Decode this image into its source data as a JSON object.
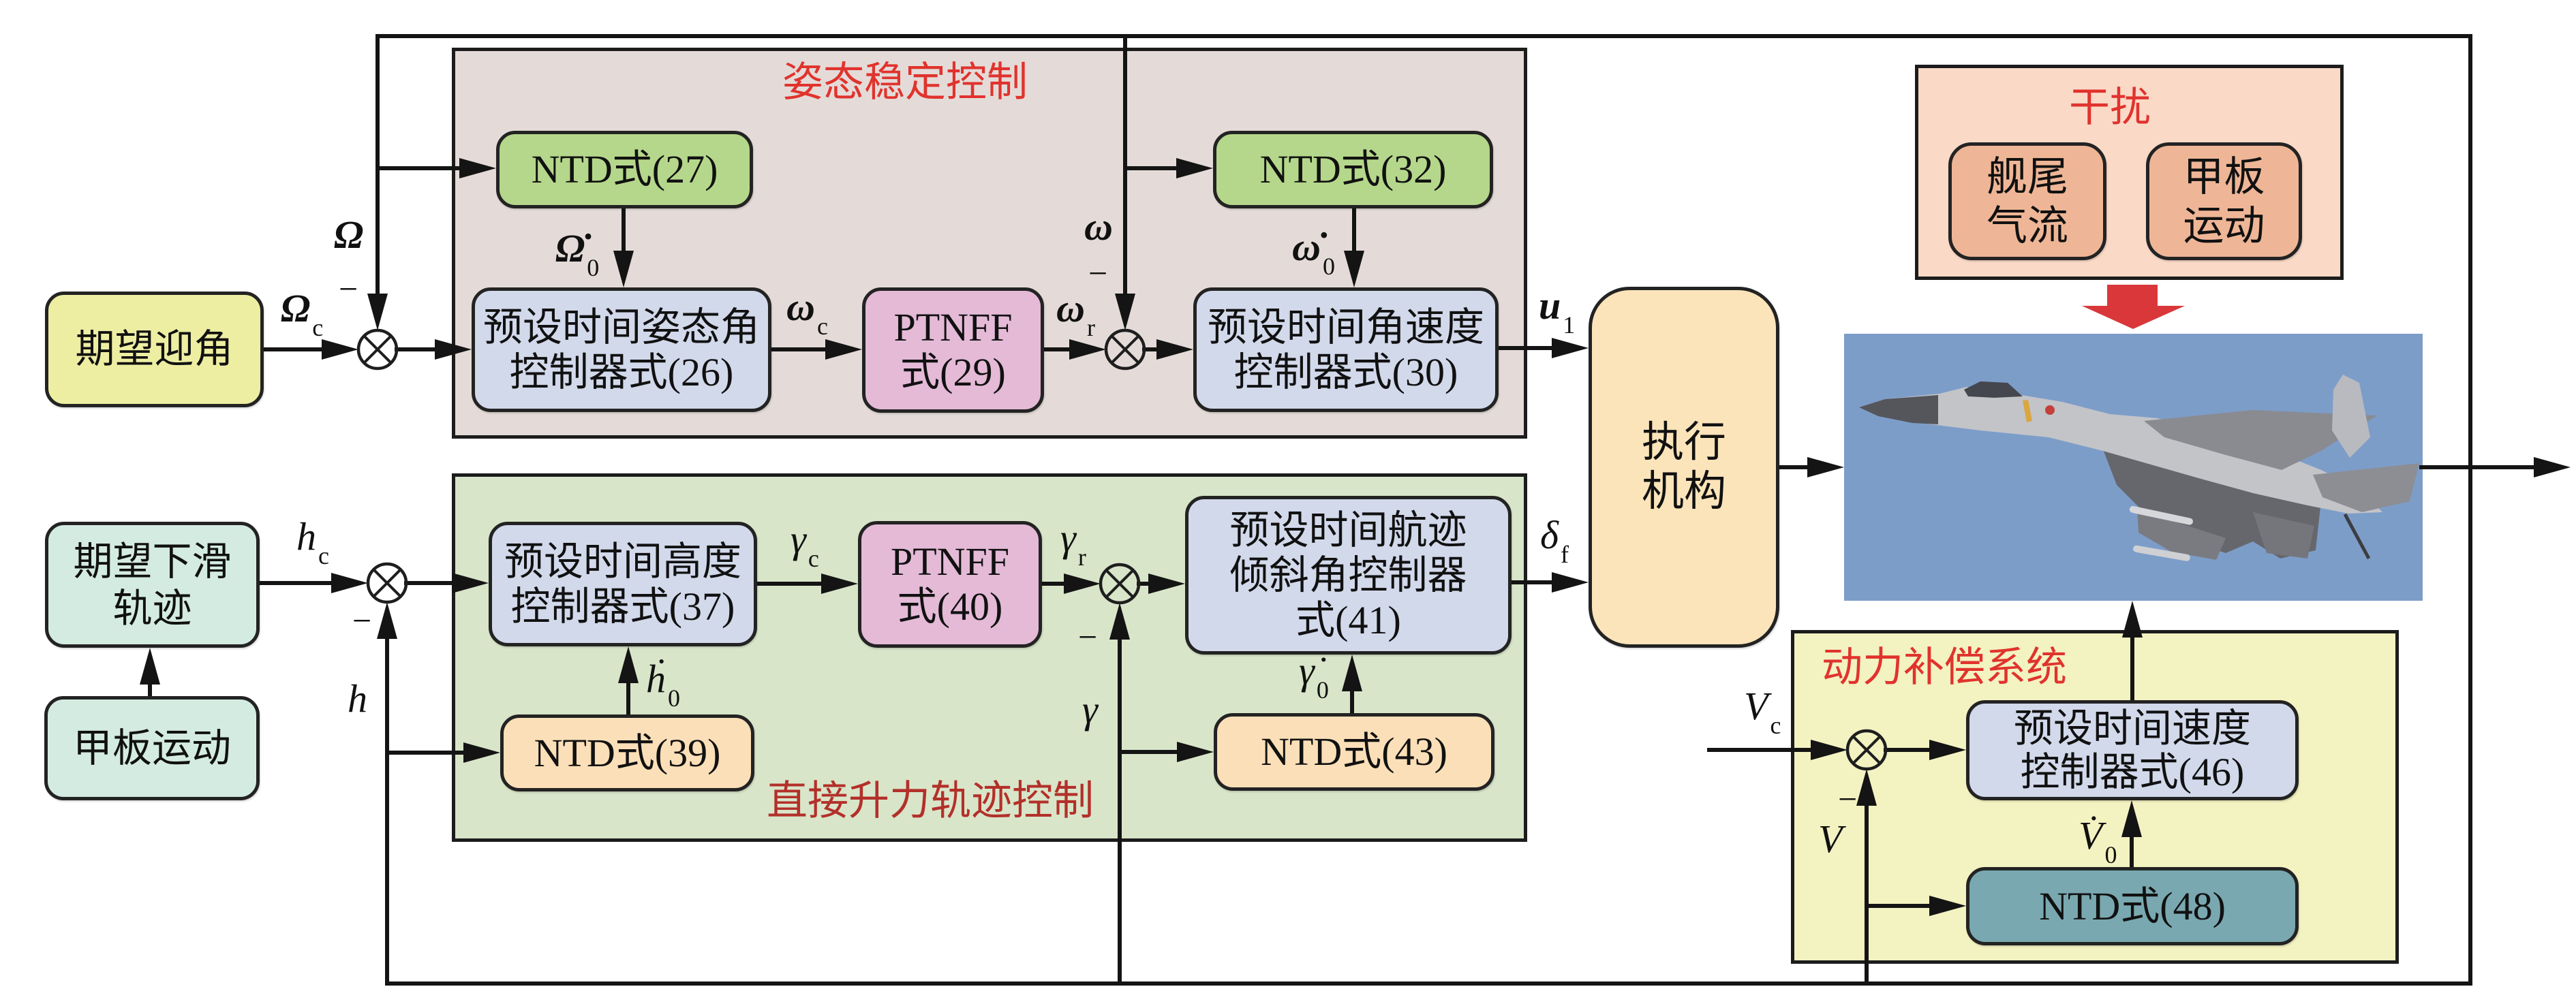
{
  "groups": {
    "attitude": {
      "title": "姿态稳定控制"
    },
    "lift": {
      "title": "直接升力轨迹控制"
    },
    "disturbance": {
      "title": "干扰"
    },
    "power": {
      "title": "动力补偿系统"
    }
  },
  "blocks": {
    "desired_aoa": {
      "lines": [
        "期望迎角"
      ]
    },
    "desired_glide": {
      "lines": [
        "期望下滑",
        "轨迹"
      ]
    },
    "deck_motion_input": {
      "lines": [
        "甲板运动"
      ]
    },
    "ntd27": {
      "lines": [
        "NTD式(27)"
      ]
    },
    "attitude_ctrl": {
      "lines": [
        "预设时间姿态角",
        "控制器式(26)"
      ]
    },
    "ptnff29": {
      "lines": [
        "PTNFF",
        "式(29)"
      ]
    },
    "ntd32": {
      "lines": [
        "NTD式(32)"
      ]
    },
    "rate_ctrl": {
      "lines": [
        "预设时间角速度",
        "控制器式(30)"
      ]
    },
    "actuator": {
      "lines": [
        "执行",
        "机构"
      ]
    },
    "altitude_ctrl": {
      "lines": [
        "预设时间高度",
        "控制器式(37)"
      ]
    },
    "ntd39": {
      "lines": [
        "NTD式(39)"
      ]
    },
    "ptnff40": {
      "lines": [
        "PTNFF",
        "式(40)"
      ]
    },
    "fpa_ctrl": {
      "lines": [
        "预设时间航迹",
        "倾斜角控制器",
        "式(41)"
      ]
    },
    "ntd43": {
      "lines": [
        "NTD式(43)"
      ]
    },
    "ship_wake": {
      "lines": [
        "舰尾",
        "气流"
      ]
    },
    "deck_motion_dist": {
      "lines": [
        "甲板",
        "运动"
      ]
    },
    "speed_ctrl": {
      "lines": [
        "预设时间速度",
        "控制器式(46)"
      ]
    },
    "ntd48": {
      "lines": [
        "NTD式(48)"
      ]
    }
  },
  "plant": {
    "image_subject": "carrier-based-fighter-jet-photo"
  },
  "labels": {
    "Omega": {
      "symbol": "Ω"
    },
    "Omega_c": {
      "symbol": "Ω",
      "sub": "c"
    },
    "Omega_dot_0": {
      "symbol": "Ω̇",
      "sub": "0"
    },
    "omega_c": {
      "symbol": "ω",
      "sub": "c"
    },
    "omega_r": {
      "symbol": "ω",
      "sub": "r"
    },
    "omega": {
      "symbol": "ω"
    },
    "omega_dot_0": {
      "symbol": "ω̇",
      "sub": "0"
    },
    "u_1": {
      "symbol": "u",
      "sub": "1"
    },
    "h_c": {
      "symbol": "h",
      "sub": "c"
    },
    "h": {
      "symbol": "h"
    },
    "h_dot_0": {
      "symbol": "ḣ",
      "sub": "0"
    },
    "gamma_c": {
      "symbol": "γ",
      "sub": "c"
    },
    "gamma_r": {
      "symbol": "γ",
      "sub": "r"
    },
    "gamma": {
      "symbol": "γ"
    },
    "gamma_dot_0": {
      "symbol": "γ̇",
      "sub": "0"
    },
    "delta_f": {
      "symbol": "δ",
      "sub": "f"
    },
    "V_c": {
      "symbol": "V",
      "sub": "c"
    },
    "V": {
      "symbol": "V"
    },
    "V_dot_0": {
      "symbol": "V̇",
      "sub": "0"
    }
  },
  "signs": {
    "sum_attitude": "−",
    "sum_rate": "−",
    "sum_altitude": "−",
    "sum_fpa": "−",
    "sum_speed": "−"
  },
  "colors": {
    "title_red": "#e0332d",
    "lift_title_red": "#b3302a",
    "attitude_bg": "#e4dbd8",
    "lift_bg": "#d8e5c9",
    "disturbance_bg": "#fad9c7",
    "power_bg": "#f3f2c1",
    "desired_bg": "#eeeea3",
    "reference_bg": "#d4ebe1",
    "ntd_green": "#b5d78b",
    "ntd_peach": "#fbdfb8",
    "ntd_teal": "#79a8b0",
    "controller_bg": "#d2d9eb",
    "ptnff_bg": "#e4bad7",
    "actuator_bg": "#fbe4ba",
    "disturbance_item_bg": "#eeb696",
    "sky_blue": "#7d9dc9",
    "disturbance_arrow": "#d9373a"
  }
}
